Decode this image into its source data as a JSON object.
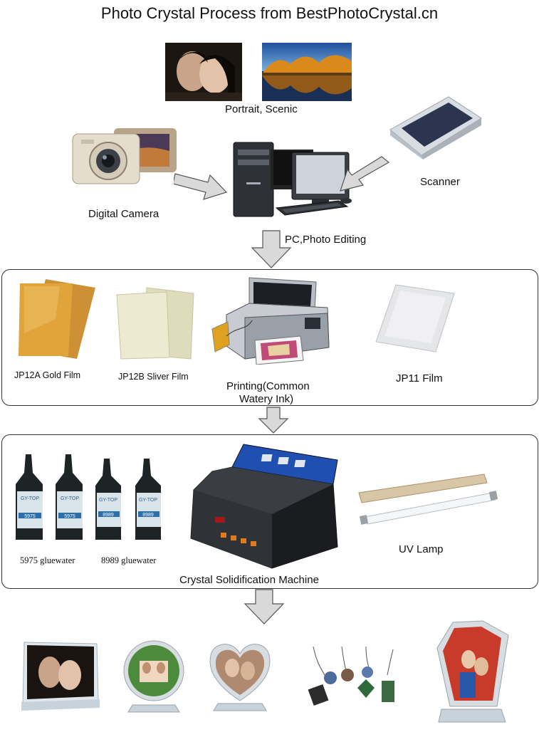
{
  "title": "Photo Crystal Process from BestPhotoCrystal.cn",
  "inputs": {
    "photos_caption": "Portrait, Scenic",
    "camera_label": "Digital Camera",
    "scanner_label": "Scanner",
    "pc_label": "PC,Photo Editing"
  },
  "printing_stage": {
    "gold_film": "JP12A Gold Film",
    "silver_film": "JP12B Sliver Film",
    "printing_line1": "Printing(Common",
    "printing_line2": "Watery Ink)",
    "jp11_film": "JP11 Film"
  },
  "solidification_stage": {
    "glue_5975": "5975 gluewater",
    "glue_8989": "8989 gluewater",
    "uv_lamp": "UV Lamp",
    "machine": "Crystal Solidification Machine",
    "bottle_brand": "GY-TOP",
    "bottle_code_1": "5975",
    "bottle_code_2": "8989"
  },
  "colors": {
    "arrow_fill": "#d9d9d9",
    "arrow_stroke": "#555555",
    "panel_border": "#333333",
    "gold_film": "#d9962a",
    "silver_film": "#e8e6c9"
  }
}
